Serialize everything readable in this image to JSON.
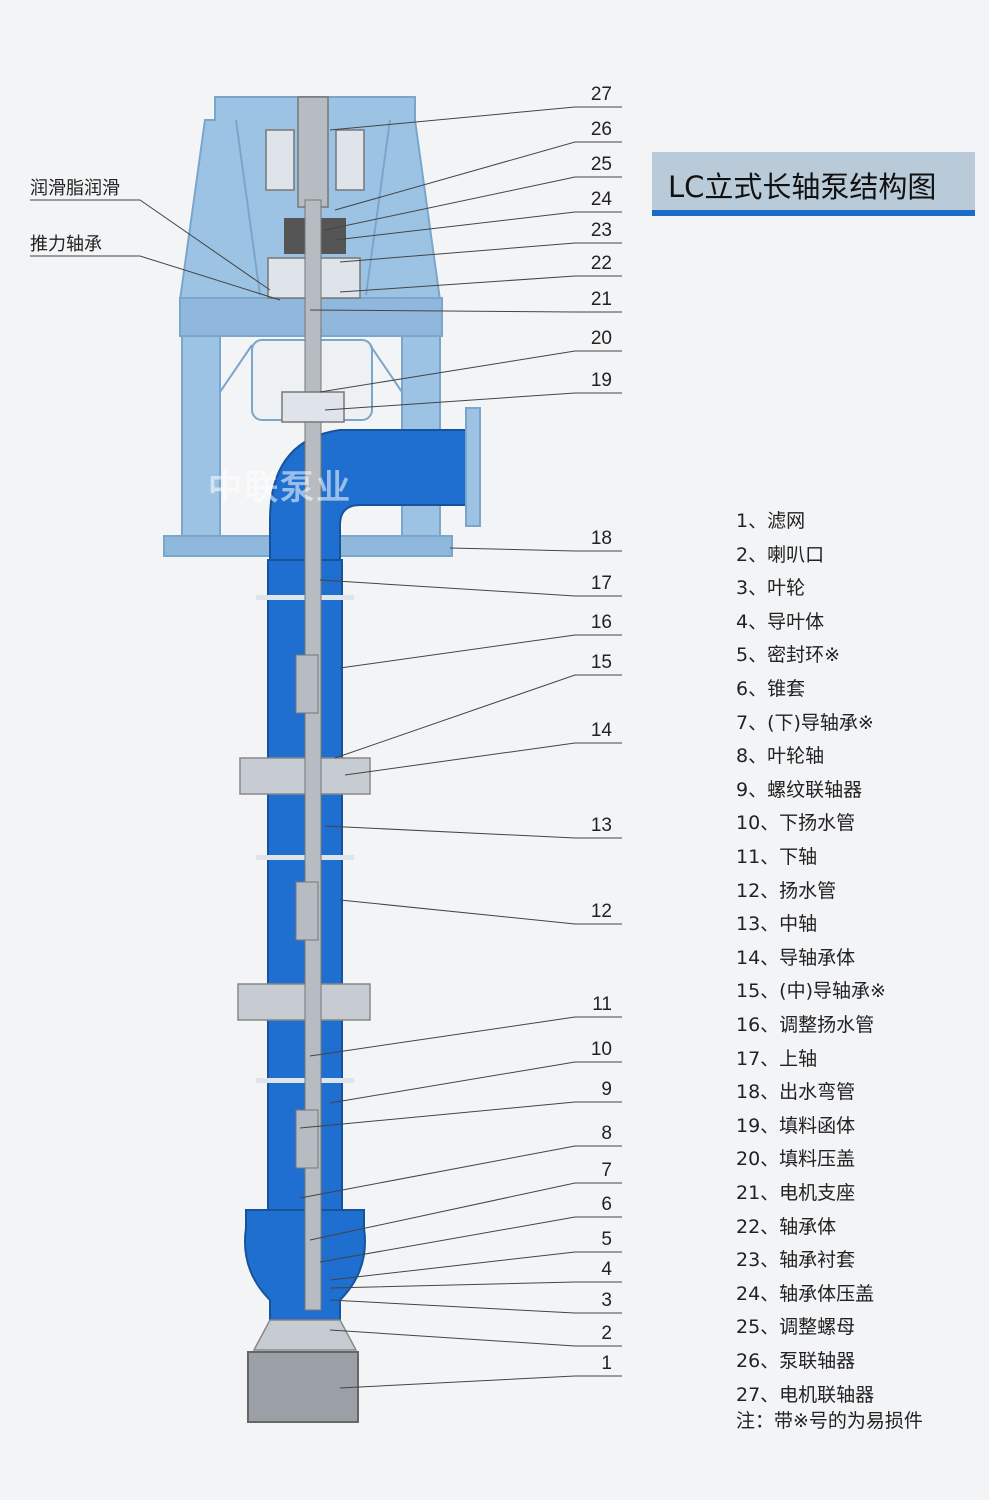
{
  "title": "LC立式长轴泵结构图",
  "watermark": "中联泵业",
  "side_labels": {
    "grease": "润滑脂润滑",
    "thrust": "推力轴承"
  },
  "callouts": [
    "27",
    "26",
    "25",
    "24",
    "23",
    "22",
    "21",
    "20",
    "19",
    "18",
    "17",
    "16",
    "15",
    "14",
    "13",
    "12",
    "11",
    "10",
    "9",
    "8",
    "7",
    "6",
    "5",
    "4",
    "3",
    "2",
    "1"
  ],
  "legend": [
    "1、滤网",
    "2、喇叭口",
    "3、叶轮",
    "4、导叶体",
    "5、密封环※",
    "6、锥套",
    "7、(下)导轴承※",
    "8、叶轮轴",
    "9、螺纹联轴器",
    "10、下扬水管",
    "11、下轴",
    "12、扬水管",
    "13、中轴",
    "14、导轴承体",
    "15、(中)导轴承※",
    "16、调整扬水管",
    "17、上轴",
    "18、出水弯管",
    "19、填料函体",
    "20、填料压盖",
    "21、电机支座",
    "22、轴承体",
    "23、轴承衬套",
    "24、轴承体压盖",
    "25、调整螺母",
    "26、泵联轴器",
    "27、电机联轴器"
  ],
  "note": "注：带※号的为易损件",
  "colors": {
    "pipe_blue": "#1f6fd0",
    "light_blue": "#9cc3e4",
    "frame_blue": "#8fb8dc",
    "shaft_gray": "#b7bcc2",
    "accent_bar": "#1a6cc4"
  }
}
